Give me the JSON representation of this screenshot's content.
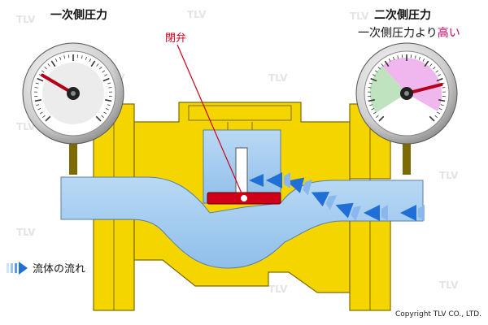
{
  "labels": {
    "primary_pressure": "一次側圧力",
    "secondary_pressure": "二次側圧力",
    "secondary_note_prefix": "一次側圧力より",
    "secondary_note_highlight": "高い",
    "valve_closed": "閉弁",
    "legend_flow": "流体の流れ",
    "watermark": "TLV",
    "copyright": "Copyright TLV CO., LTD."
  },
  "colors": {
    "body_yellow": "#f5d500",
    "outline": "#7d6a00",
    "fluid_blue": "#9ec8ee",
    "fluid_dark": "#5aa0dc",
    "valve_red": "#d00018",
    "arrow_blue": "#1f6fd6",
    "gauge_green": "#bfe3bf",
    "gauge_pink": "#f0b6ee"
  },
  "icons": {
    "flow_arrow": "flow-arrow-icon",
    "gauge": "pressure-gauge-icon"
  },
  "gauges": {
    "primary": {
      "needle_fraction": 0.28
    },
    "secondary": {
      "needle_fraction": 0.78
    }
  }
}
